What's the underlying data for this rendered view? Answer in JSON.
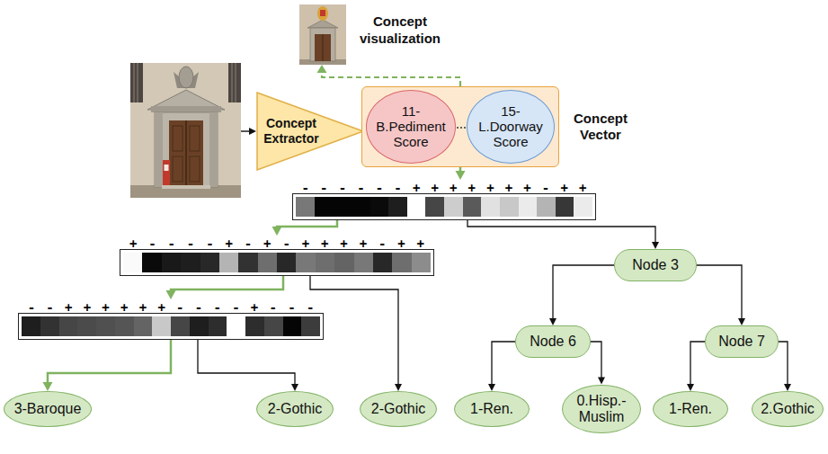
{
  "diagram": {
    "nodes": [
      {
        "text": [
          "Concept Extractor"
        ]
      },
      {
        "text": [
          "Concept Vector"
        ]
      },
      {
        "text": [
          "11- B.Pediment Score"
        ],
        "in": 1
      },
      {
        "text": [
          "15- L.Doorway Score"
        ],
        "in": 1
      },
      {
        "text": [
          "- - - - - - + + + + + + + - + +"
        ]
      },
      {
        "text": [
          "+ - - - - + - + - + + + + - + +"
        ]
      },
      {
        "text": [
          "Node 3"
        ]
      },
      {
        "text": [
          "- - + + + + + + - - - - + - - -"
        ]
      },
      {
        "text": [
          "Node 6"
        ]
      },
      {
        "text": [
          "Node 7"
        ]
      },
      {
        "text": [
          "3-Baroque"
        ]
      },
      {
        "text": [
          "2-Gothic"
        ]
      },
      {
        "text": [
          "2-Gothic"
        ]
      },
      {
        "text": [
          "1-Ren."
        ]
      },
      {
        "text": [
          "0.Hisp.- Muslim"
        ]
      },
      {
        "text": [
          "1-Ren."
        ]
      },
      {
        "text": [
          "2.Gothic"
        ]
      }
    ],
    "edges": [
      {
        "from": 0,
        "to": 1,
        "arrow": "to"
      },
      {
        "from": 1,
        "to": 4,
        "arrow": "to"
      },
      {
        "from": 4,
        "to": 5,
        "arrow": "to"
      },
      {
        "from": 4,
        "to": 6,
        "arrow": "to"
      },
      {
        "from": 5,
        "to": 7,
        "arrow": "to"
      },
      {
        "from": 5,
        "to": 12,
        "arrow": "to"
      },
      {
        "from": 7,
        "to": 10,
        "arrow": "to"
      },
      {
        "from": 7,
        "to": 11,
        "arrow": "to"
      },
      {
        "from": 6,
        "to": 8,
        "arrow": "to"
      },
      {
        "from": 6,
        "to": 9,
        "arrow": "to"
      },
      {
        "from": 8,
        "to": 13,
        "arrow": "to"
      },
      {
        "from": 8,
        "to": 14,
        "arrow": "to"
      },
      {
        "from": 9,
        "to": 15,
        "arrow": "to"
      },
      {
        "from": 9,
        "to": 16,
        "arrow": "to"
      }
    ],
    "labels": [
      "Concept visualization"
    ]
  }
}
